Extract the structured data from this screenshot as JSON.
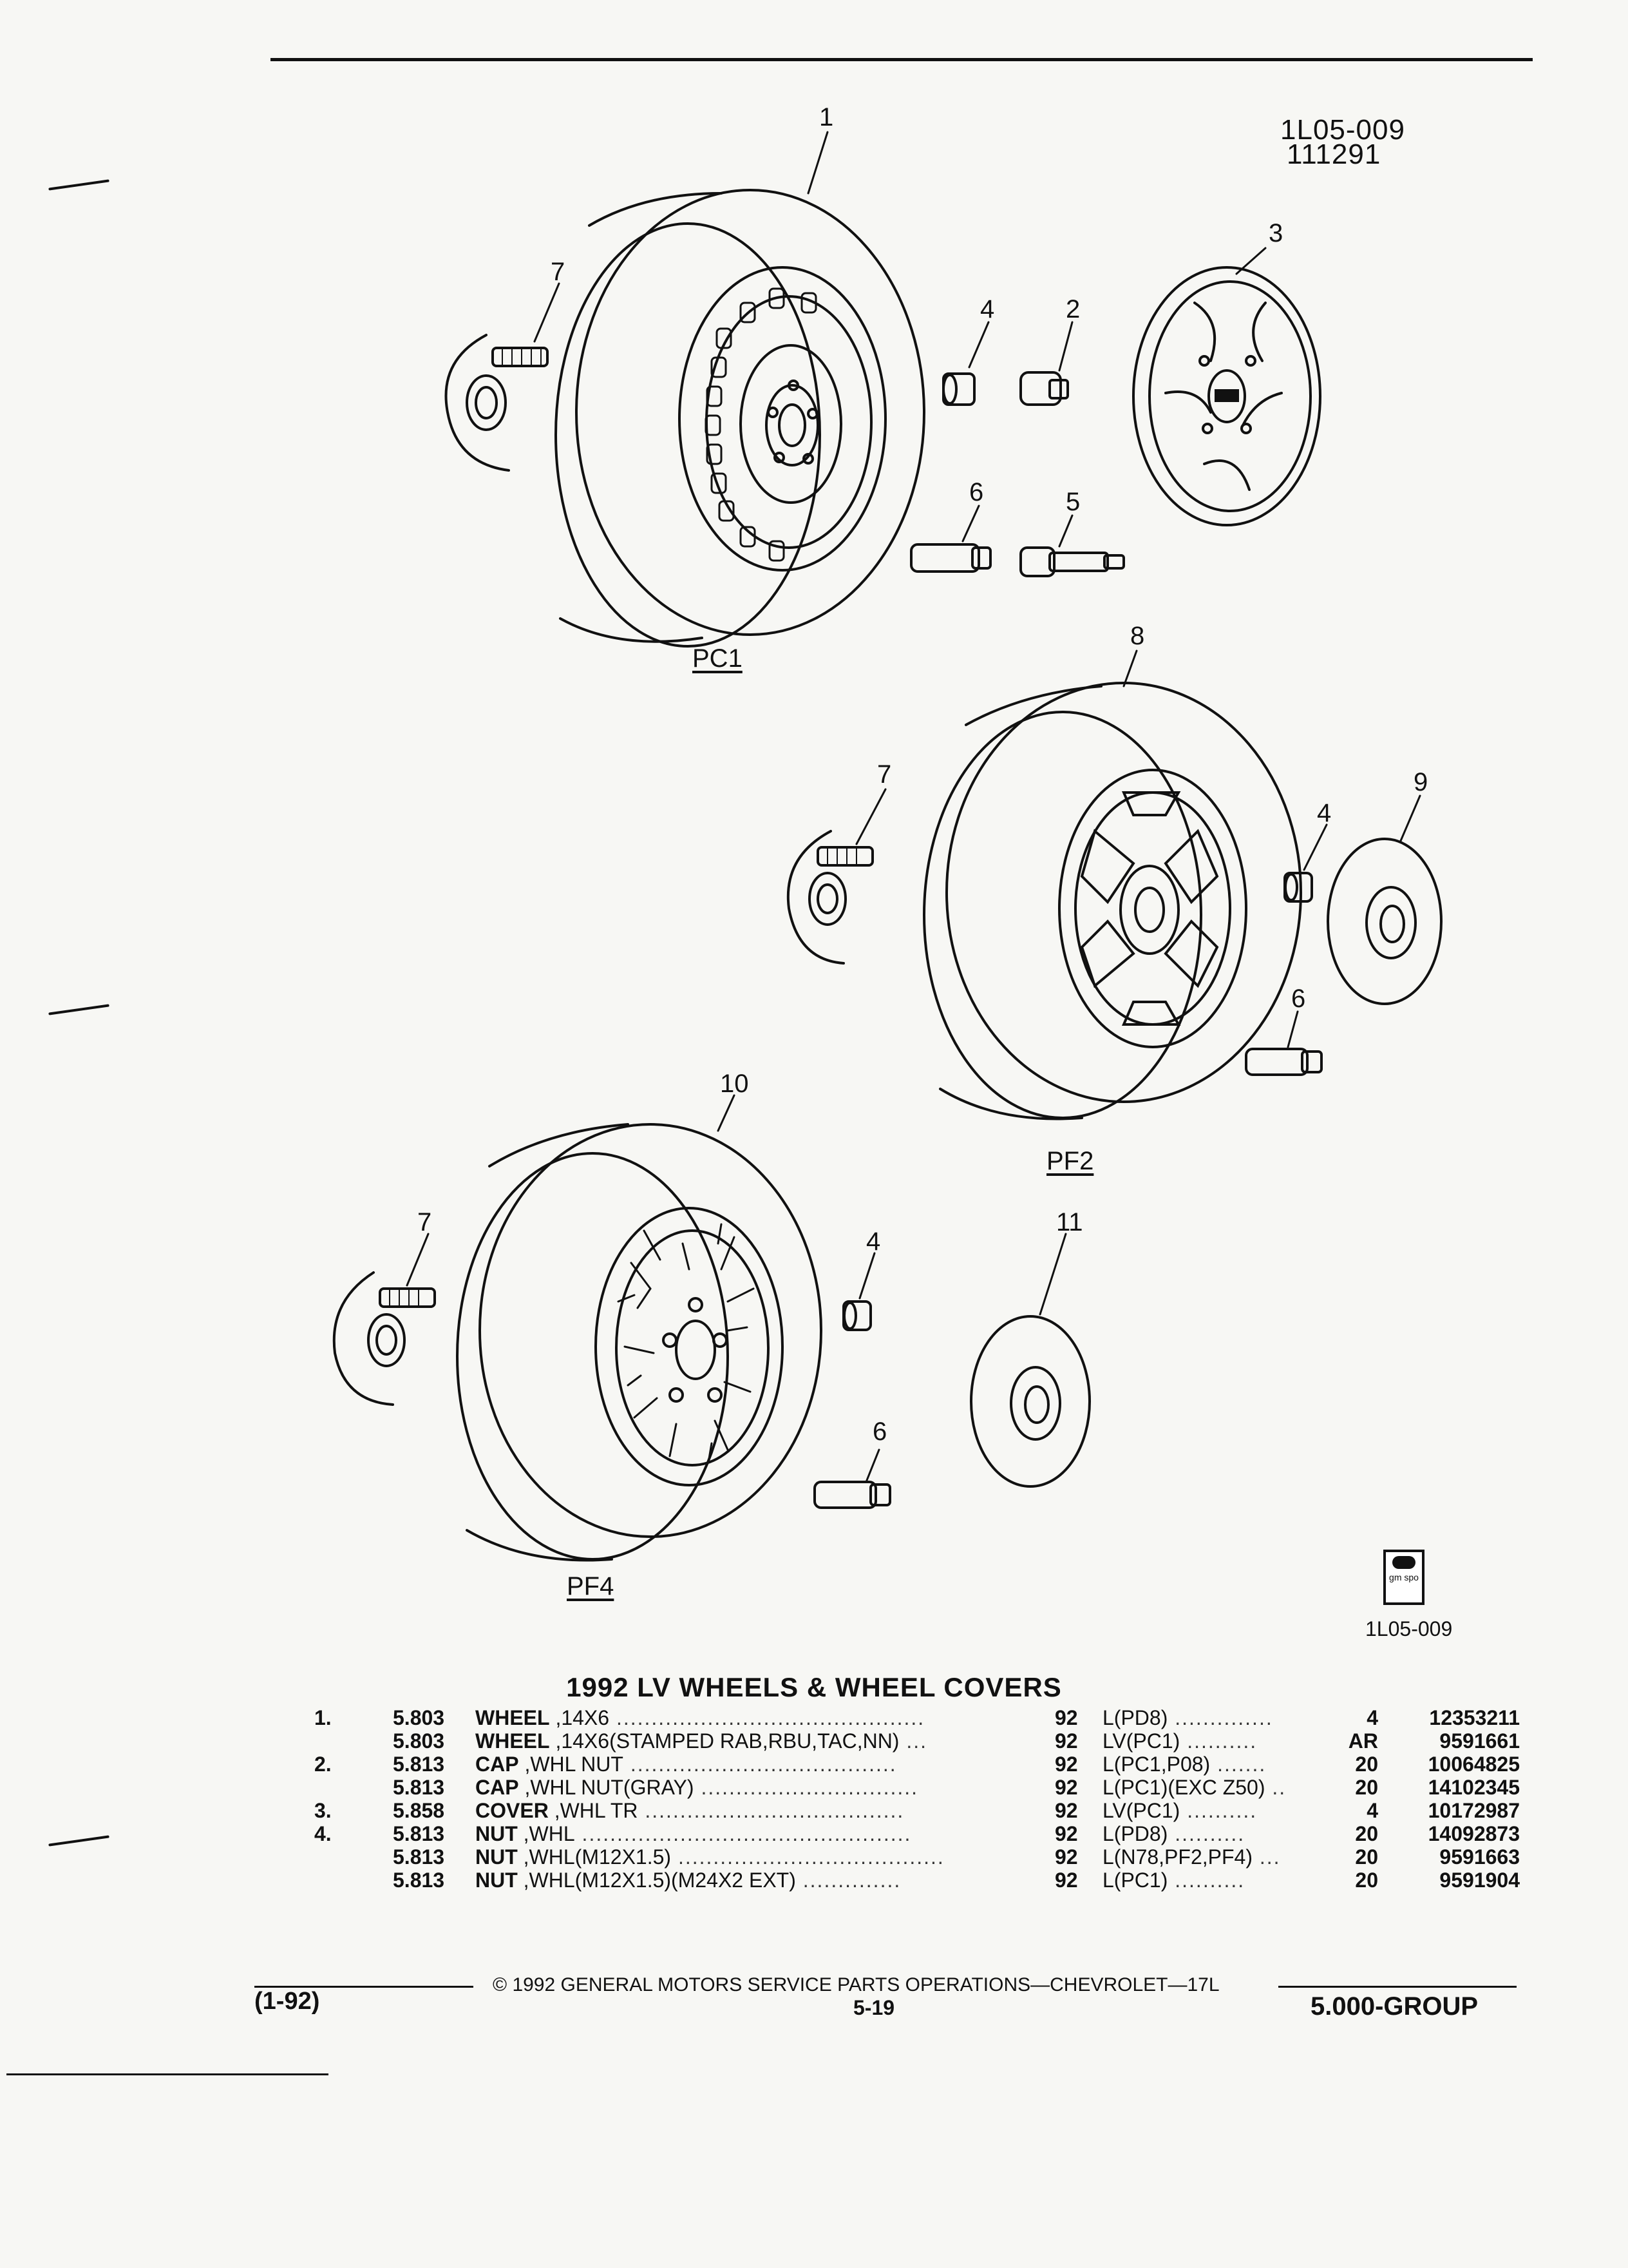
{
  "header": {
    "code": "1L05-009",
    "date": "111291"
  },
  "illustrations": {
    "pc1": {
      "sub": "PC1",
      "callouts": [
        "1",
        "7",
        "4",
        "2",
        "3",
        "6",
        "5"
      ]
    },
    "pf2": {
      "sub": "PF2",
      "callouts": [
        "8",
        "7",
        "4",
        "9",
        "6"
      ]
    },
    "pf4": {
      "sub": "PF4",
      "callouts": [
        "10",
        "7",
        "4",
        "11",
        "6"
      ]
    }
  },
  "logo": {
    "text": "gm spo"
  },
  "figure_code": "1L05-009",
  "title": "1992 LV WHEELS & WHEEL COVERS",
  "parts": [
    {
      "item": "1.",
      "group": "5.803",
      "name": "WHEEL",
      "detail": " ,14X6",
      "year": "92",
      "usage": "L(PD8)",
      "qty": "4",
      "part": "12353211"
    },
    {
      "item": "",
      "group": "5.803",
      "name": "WHEEL",
      "detail": " ,14X6(STAMPED RAB,RBU,TAC,NN)",
      "year": "92",
      "usage": "LV(PC1)",
      "qty": "AR",
      "part": "9591661"
    },
    {
      "item": "2.",
      "group": "5.813",
      "name": "CAP",
      "detail": " ,WHL NUT",
      "year": "92",
      "usage": "L(PC1,P08)",
      "qty": "20",
      "part": "10064825"
    },
    {
      "item": "",
      "group": "5.813",
      "name": "CAP",
      "detail": " ,WHL NUT(GRAY)",
      "year": "92",
      "usage": "L(PC1)(EXC Z50)",
      "qty": "20",
      "part": "14102345"
    },
    {
      "item": "3.",
      "group": "5.858",
      "name": "COVER",
      "detail": " ,WHL TR",
      "year": "92",
      "usage": "LV(PC1)",
      "qty": "4",
      "part": "10172987"
    },
    {
      "item": "4.",
      "group": "5.813",
      "name": "NUT",
      "detail": " ,WHL",
      "year": "92",
      "usage": "L(PD8)",
      "qty": "20",
      "part": "14092873"
    },
    {
      "item": "",
      "group": "5.813",
      "name": "NUT",
      "detail": " ,WHL(M12X1.5)",
      "year": "92",
      "usage": "L(N78,PF2,PF4)",
      "qty": "20",
      "part": "9591663"
    },
    {
      "item": "",
      "group": "5.813",
      "name": "NUT",
      "detail": " ,WHL(M12X1.5)(M24X2 EXT)",
      "year": "92",
      "usage": "L(PC1)",
      "qty": "20",
      "part": "9591904"
    }
  ],
  "footer": {
    "copyright": "© 1992 GENERAL MOTORS SERVICE PARTS OPERATIONS—CHEVROLET—17L",
    "date": "(1-92)",
    "page": "5-19",
    "group": "5.000-GROUP"
  }
}
